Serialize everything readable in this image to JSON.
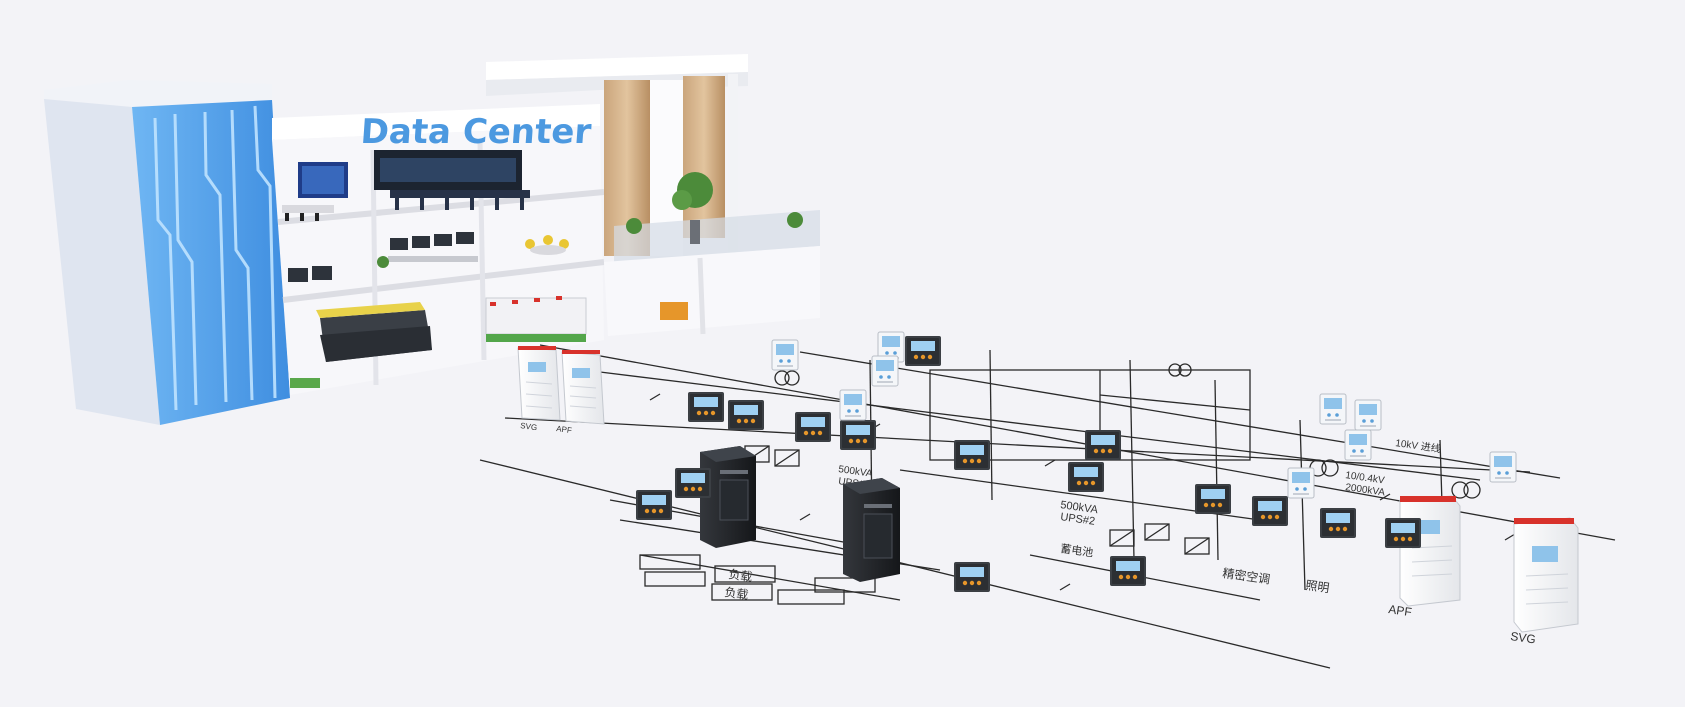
{
  "building": {
    "sign": "Data Center"
  },
  "schematic": {
    "ups_capacity": "500kVA",
    "ups1": "UPS#1",
    "ups2": "UPS#2",
    "battery": "蓄电池",
    "transformer_rating_top": "10/0.4kV",
    "transformer_rating_bottom": "2000kVA",
    "incoming_feeder": "10kV 进线",
    "load": "负载",
    "lighting": "照明",
    "precision_ac": "精密空调",
    "apf_label": "APF",
    "svg_label": "SVG",
    "apf_small": "APF",
    "svg_small": "SVG"
  },
  "colors": {
    "background": "#f3f3f7",
    "building_blue": "#5aa6ea",
    "line": "#2a2a2a",
    "device_dark": "#3b3f44",
    "device_screen": "#9fd0f2",
    "cabinet_dark": "#1e2024",
    "cabinet_white": "#f6f6f8",
    "accent_red": "#d8322b",
    "accent_orange": "#e6962a"
  }
}
